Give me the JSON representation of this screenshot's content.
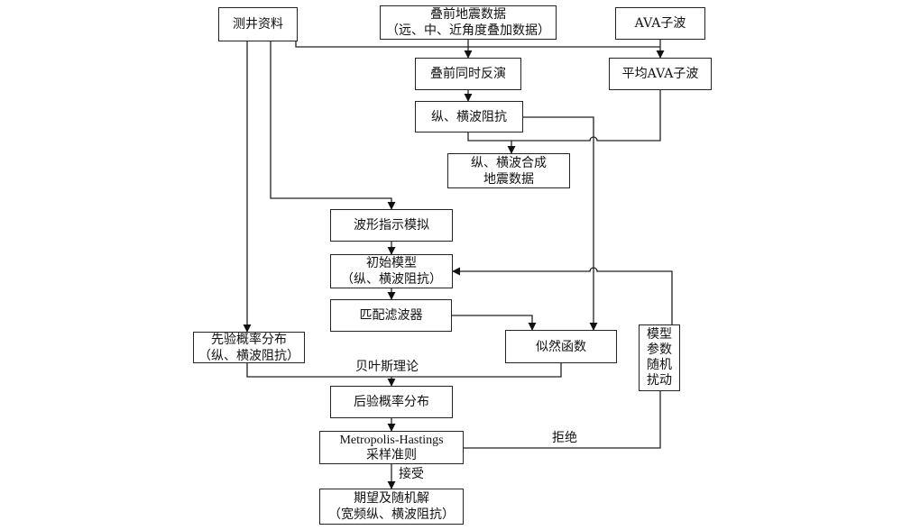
{
  "nodes": {
    "well_logs": "测井资料",
    "prestack_line1": "叠前地震数据",
    "prestack_line2": "（远、中、近角度叠加数据）",
    "ava_wavelet": "AVA子波",
    "simultaneous_inversion": "叠前同时反演",
    "avg_ava_wavelet": "平均AVA子波",
    "pp_ps_impedance": "纵、横波阻抗",
    "synthetic_line1": "纵、横波合成",
    "synthetic_line2": "地震数据",
    "waveform_sim": "波形指示模拟",
    "initial_model_line1": "初始模型",
    "initial_model_line2": "（纵、横波阻抗）",
    "matched_filter": "匹配滤波器",
    "prior_line1": "先验概率分布",
    "prior_line2": "（纵、横波阻抗）",
    "likelihood": "似然函数",
    "perturb_l1": "模型",
    "perturb_l2": "参数",
    "perturb_l3": "随机",
    "perturb_l4": "扰动",
    "posterior": "后验概率分布",
    "mh_line1": "Metropolis-Hastings",
    "mh_line2": "采样准则",
    "result_line1": "期望及随机解",
    "result_line2": "（宽频纵、横波阻抗）"
  },
  "edge_labels": {
    "bayes": "贝叶斯理论",
    "reject": "拒绝",
    "accept": "接受"
  }
}
